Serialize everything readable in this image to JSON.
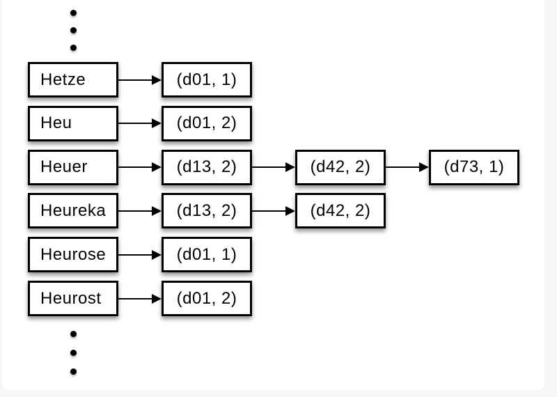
{
  "diagram": {
    "rows": [
      {
        "term": "Hetze",
        "postings": [
          "(d01, 1)"
        ]
      },
      {
        "term": "Heu",
        "postings": [
          "(d01, 2)"
        ]
      },
      {
        "term": "Heuer",
        "postings": [
          "(d13, 2)",
          "(d42, 2)",
          "(d73, 1)"
        ]
      },
      {
        "term": "Heureka",
        "postings": [
          "(d13, 2)",
          "(d42, 2)"
        ]
      },
      {
        "term": "Heurose",
        "postings": [
          "(d01, 1)"
        ]
      },
      {
        "term": "Heurost",
        "postings": [
          "(d01, 2)"
        ]
      }
    ],
    "ellipsis_top_dots": 3,
    "ellipsis_bottom_dots": 3
  },
  "colors": {
    "background": "#f7f7f8",
    "panel": "#ffffff",
    "box_fill": "#ffffff",
    "box_border": "#000000",
    "text": "#000000",
    "arrow": "#000000"
  }
}
